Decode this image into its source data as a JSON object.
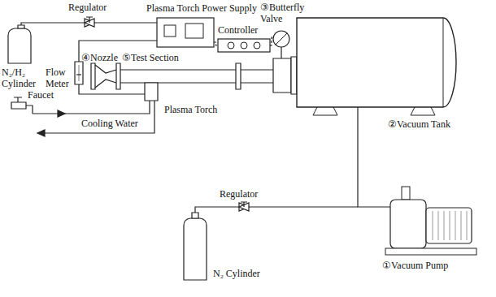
{
  "diagram": {
    "nodes": [
      {
        "text": [
          "Plasma Torch Power Supply"
        ]
      },
      {
        "text": [
          "Controller"
        ]
      },
      {
        "text": [
          "③Butterfly Valve"
        ]
      },
      {
        "text": [
          "②Vacuum Tank"
        ]
      },
      {
        "text": [
          "①Vacuum Pump"
        ]
      }
    ],
    "edges": [
      {
        "from": 0,
        "to": 1,
        "arrow": "none"
      },
      {
        "from": 1,
        "to": 2,
        "arrow": "none"
      },
      {
        "from": 4,
        "to": 3,
        "arrow": "none"
      }
    ],
    "labels": [
      "Regulator",
      "N₂/H₂ Cylinder",
      "Flow Meter",
      "④Nozzle",
      "⑤Test Section",
      "Faucet",
      "Cooling Water",
      "Plasma Torch",
      "Regulator",
      "N₂ Cylinder"
    ]
  }
}
